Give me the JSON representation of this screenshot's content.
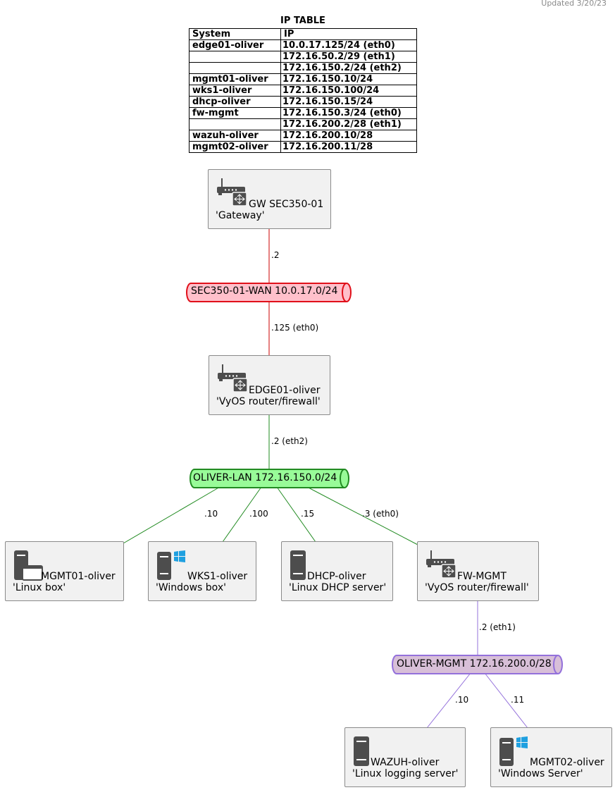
{
  "updated": "Updated 3/20/23",
  "ip_table": {
    "title": "IP TABLE",
    "headers": [
      "System",
      "IP"
    ],
    "rows": [
      [
        "edge01-oliver",
        "10.0.17.125/24 (eth0)"
      ],
      [
        "",
        "172.16.50.2/29 (eth1)"
      ],
      [
        "",
        "172.16.150.2/24 (eth2)"
      ],
      [
        "mgmt01-oliver",
        "172.16.150.10/24"
      ],
      [
        "wks1-oliver",
        "172.16.150.100/24"
      ],
      [
        "dhcp-oliver",
        "172.16.150.15/24"
      ],
      [
        "fw-mgmt",
        "172.16.150.3/24 (eth0)"
      ],
      [
        "",
        "172.16.200.2/28 (eth1)"
      ],
      [
        "wazuh-oliver",
        "172.16.200.10/28"
      ],
      [
        "mgmt02-oliver",
        "172.16.200.11/28"
      ]
    ]
  },
  "nodes": {
    "gw": {
      "name": "GW SEC350-01",
      "desc": "'Gateway'",
      "icon": "router-icon"
    },
    "edge": {
      "name": "EDGE01-oliver",
      "desc": "'VyOS router/firewall'",
      "icon": "router-icon"
    },
    "mgmt01": {
      "name": "MGMT01-oliver",
      "desc": "'Linux box'",
      "icon": "linux-server-icon"
    },
    "wks1": {
      "name": "WKS1-oliver",
      "desc": "'Windows box'",
      "icon": "windows-server-icon"
    },
    "dhcp": {
      "name": "DHCP-oliver",
      "desc": "'Linux DHCP server'",
      "icon": "server-icon"
    },
    "fwmgmt": {
      "name": "FW-MGMT",
      "desc": "'VyOS router/firewall'",
      "icon": "router-icon"
    },
    "wazuh": {
      "name": "WAZUH-oliver",
      "desc": "'Linux logging server'",
      "icon": "server-icon"
    },
    "mgmt02": {
      "name": "MGMT02-oliver",
      "desc": "'Windows Server'",
      "icon": "windows-server-icon"
    }
  },
  "networks": {
    "wan": {
      "label": "SEC350-01-WAN 10.0.17.0/24",
      "fill": "#ffc0cb",
      "stroke": "#e0101a"
    },
    "lan": {
      "label": "OLIVER-LAN 172.16.150.0/24",
      "fill": "#98fb98",
      "stroke": "#228b22"
    },
    "mgmt": {
      "label": "OLIVER-MGMT 172.16.200.0/28",
      "fill": "#d8bfd8",
      "stroke": "#9370db"
    }
  },
  "links": {
    "gw_wan": ".2",
    "wan_edge": ".125 (eth0)",
    "edge_lan": ".2 (eth2)",
    "lan_mgmt01": ".10",
    "lan_wks1": ".100",
    "lan_dhcp": ".15",
    "lan_fwmgmt": ".3 (eth0)",
    "fwmgmt_mgmt": ".2 (eth1)",
    "mgmt_wazuh": ".10",
    "mgmt_mgmt02": ".11"
  },
  "colors": {
    "wan_link": "#cc0000",
    "lan_link": "#228b22",
    "mgmt_link": "#9370db",
    "icon": "#4d4d4d",
    "windows": "#1fa0e0"
  }
}
